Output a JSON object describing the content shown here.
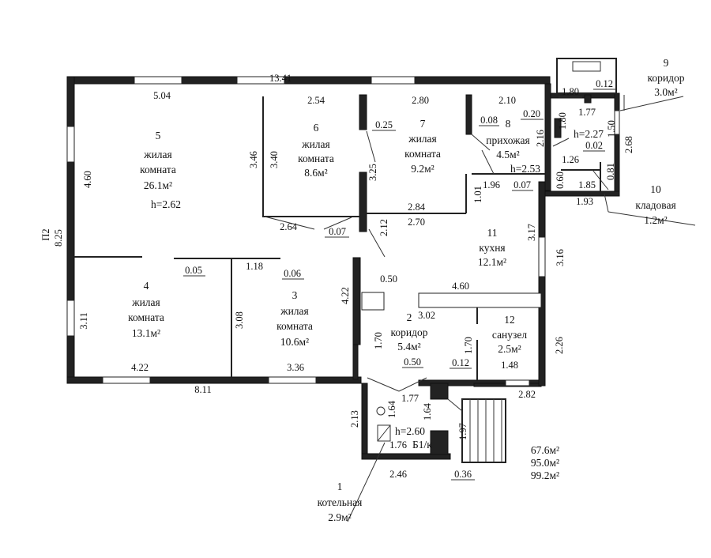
{
  "rooms": [
    {
      "id": "5",
      "num": "5",
      "name_l1": "жилая",
      "name_l2": "комната",
      "area": "26.1м²",
      "height": "h=2.62"
    },
    {
      "id": "6",
      "num": "6",
      "name_l1": "жилая",
      "name_l2": "комната",
      "area": "8.6м²"
    },
    {
      "id": "7",
      "num": "7",
      "name_l1": "жилая",
      "name_l2": "комната",
      "area": "9.2м²"
    },
    {
      "id": "8",
      "num": "8",
      "name_l1": "прихожая",
      "area": "4.5м²",
      "height": "h=2.53"
    },
    {
      "id": "9",
      "num": "9",
      "name_l1": "коридор",
      "area": "3.0м²",
      "height": "h=2.27"
    },
    {
      "id": "10",
      "num": "10",
      "name_l1": "кладовая",
      "area": "1.2м²"
    },
    {
      "id": "11",
      "num": "11",
      "name_l1": "кухня",
      "area": "12.1м²"
    },
    {
      "id": "4",
      "num": "4",
      "name_l1": "жилая",
      "name_l2": "комната",
      "area": "13.1м²"
    },
    {
      "id": "3",
      "num": "3",
      "name_l1": "жилая",
      "name_l2": "комната",
      "area": "10.6м²"
    },
    {
      "id": "2",
      "num": "2",
      "name_l1": "коридор",
      "area": "5.4м²"
    },
    {
      "id": "12",
      "num": "12",
      "name_l1": "санузел",
      "area": "2.5м²"
    },
    {
      "id": "1",
      "num": "1",
      "name_l1": "котельная",
      "area": "2.9м²",
      "height": "h=2.60",
      "note": "Б1/к"
    }
  ],
  "dimensions": [
    "13.41",
    "5.04",
    "2.54",
    "2.80",
    "2.10",
    "1.80",
    "0.12",
    "1.77",
    "4.60",
    "8.25",
    "3.11",
    "3.46",
    "3.40",
    "3.25",
    "0.25",
    "0.08",
    "2.16",
    "1.80",
    "0.20",
    "1.50",
    "2.68",
    "0.02",
    "1.26",
    "0.81",
    "1.85",
    "1.93",
    "0.60",
    "0.07",
    "1.96",
    "2.84",
    "1.01",
    "2.64",
    "0.07",
    "2.12",
    "2.70",
    "3.17",
    "3.16",
    "0.05",
    "1.18",
    "0.06",
    "0.50",
    "4.22",
    "4.60",
    "3.08",
    "3.02",
    "1.70",
    "1.70",
    "0.12",
    "1.48",
    "0.50",
    "2.26",
    "4.22",
    "3.36",
    "8.11",
    "1.77",
    "2.82",
    "2.13",
    "1.64",
    "1.64",
    "1.97",
    "1.76",
    "2.46",
    "0.36"
  ],
  "summary": [
    "67.6м²",
    "95.0м²",
    "99.2м²"
  ],
  "left_edge_mark": "П2"
}
